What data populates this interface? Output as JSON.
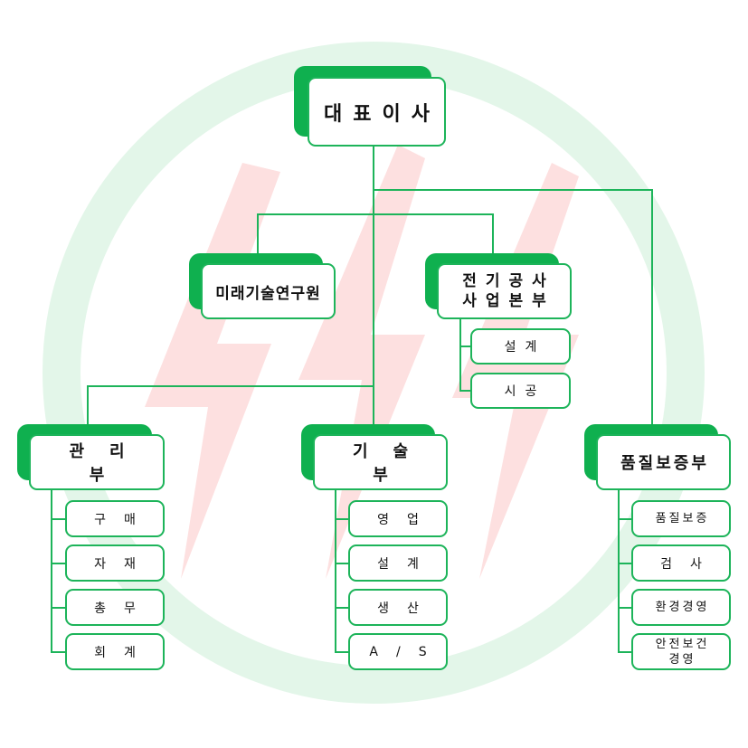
{
  "colors": {
    "accent": "#1db45a",
    "shadow": "#0fb04f",
    "ring": "#e3f6e9",
    "bolt": "#fde0e0"
  },
  "ceo": "대표이사",
  "lab": "미래기술연구원",
  "electrical_hq": "전기공사\n사업본부",
  "electrical_subs": [
    "설계",
    "시공"
  ],
  "departments": [
    {
      "name": "관리부",
      "subs": [
        "구매",
        "자재",
        "총무",
        "회계"
      ]
    },
    {
      "name": "기술부",
      "subs": [
        "영업",
        "설계",
        "생산",
        "A/S"
      ]
    },
    {
      "name": "품질보증부",
      "subs": [
        "품질보증",
        "검사",
        "환경경영",
        "안전보건\n경영"
      ]
    }
  ]
}
